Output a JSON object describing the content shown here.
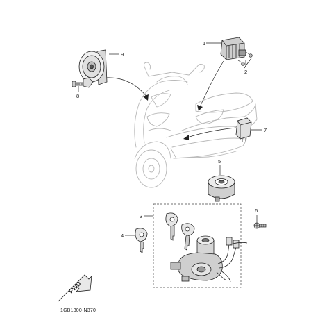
{
  "diagram": {
    "code": "1GB1300-N370",
    "fwd_label": "FWD",
    "callouts": [
      {
        "id": "1",
        "label": "1"
      },
      {
        "id": "2",
        "label": "2"
      },
      {
        "id": "3",
        "label": "3"
      },
      {
        "id": "4",
        "label": "4"
      },
      {
        "id": "5",
        "label": "5"
      },
      {
        "id": "6",
        "label": "6"
      },
      {
        "id": "7",
        "label": "7"
      },
      {
        "id": "8",
        "label": "8"
      },
      {
        "id": "9",
        "label": "9"
      }
    ]
  },
  "colors": {
    "ink": "#222222",
    "ghost": "#b8b8b8",
    "part_fill": "#e9e9e9",
    "part_dark": "#666666"
  }
}
